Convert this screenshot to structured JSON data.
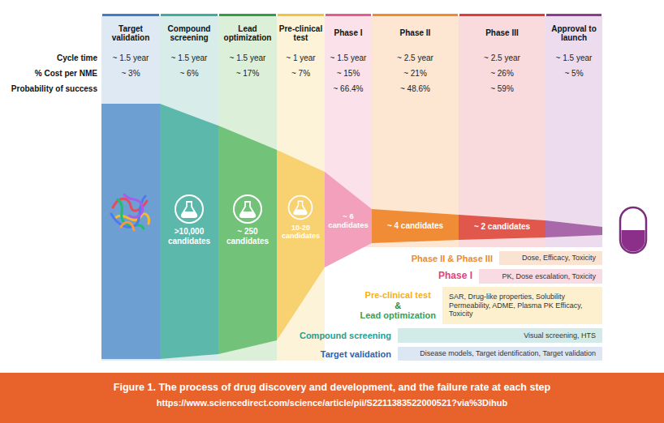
{
  "diagram": {
    "caption": "Figure 1. The process of drug discovery and development, and the failure rate at each step",
    "nodes": [
      {
        "text": [
          "Target validation",
          "~ 1.5 year",
          "~ 3%"
        ]
      },
      {
        "text": [
          "Compound screening",
          "~ 1.5 year",
          "~ 6%"
        ]
      },
      {
        "text": [
          "Lead optimization",
          "~ 1.5 year",
          "~ 17%"
        ]
      },
      {
        "text": [
          "Pre-clinical test",
          "~ 1 year",
          "~ 7%"
        ]
      },
      {
        "text": [
          "Phase I",
          "~ 1.5 year",
          "~ 15%",
          "~ 66.4%"
        ]
      },
      {
        "text": [
          "Phase II",
          "~ 2.5 year",
          "~ 21%",
          "~ 48.6%"
        ]
      },
      {
        "text": [
          "Phase III",
          "~ 2.5 year",
          "~ 26%",
          "~ 59%"
        ]
      },
      {
        "text": [
          "Approval to launch",
          "~ 1.5 year",
          "~ 5%"
        ]
      },
      {
        "text": [
          ">10,000 candidates"
        ],
        "in": 1
      },
      {
        "text": [
          "~ 250 candidates"
        ],
        "in": 2
      },
      {
        "text": [
          "10-20 candidates"
        ],
        "in": 3
      },
      {
        "text": [
          "~ 6 candidates"
        ],
        "in": 4
      },
      {
        "text": [
          "~ 4 candidates"
        ],
        "in": 5
      },
      {
        "text": [
          "~ 2 candidates"
        ],
        "in": 6
      },
      {
        "text": [
          "Phase II & Phase III",
          "Dose, Efficacy, Toxicity"
        ]
      },
      {
        "text": [
          "Phase I",
          "PK, Dose escalation, Toxicity"
        ]
      },
      {
        "text": [
          "Pre-clinical test",
          "&",
          "Lead optimization",
          "SAR, Drug-like properties, Solubility Permeability, ADME, Plasma PK Efficacy, Toxicity"
        ]
      },
      {
        "text": [
          "Compound screening",
          "Visual screening, HTS"
        ]
      },
      {
        "text": [
          "Target validation",
          "Disease models, Target identification, Target validation"
        ]
      }
    ],
    "labels": [
      "Cycle time",
      "% Cost per NME",
      "Probability of success",
      "https://www.sciencedirect.com/science/article/pii/S2211383522000521?via%3Dihub"
    ]
  }
}
